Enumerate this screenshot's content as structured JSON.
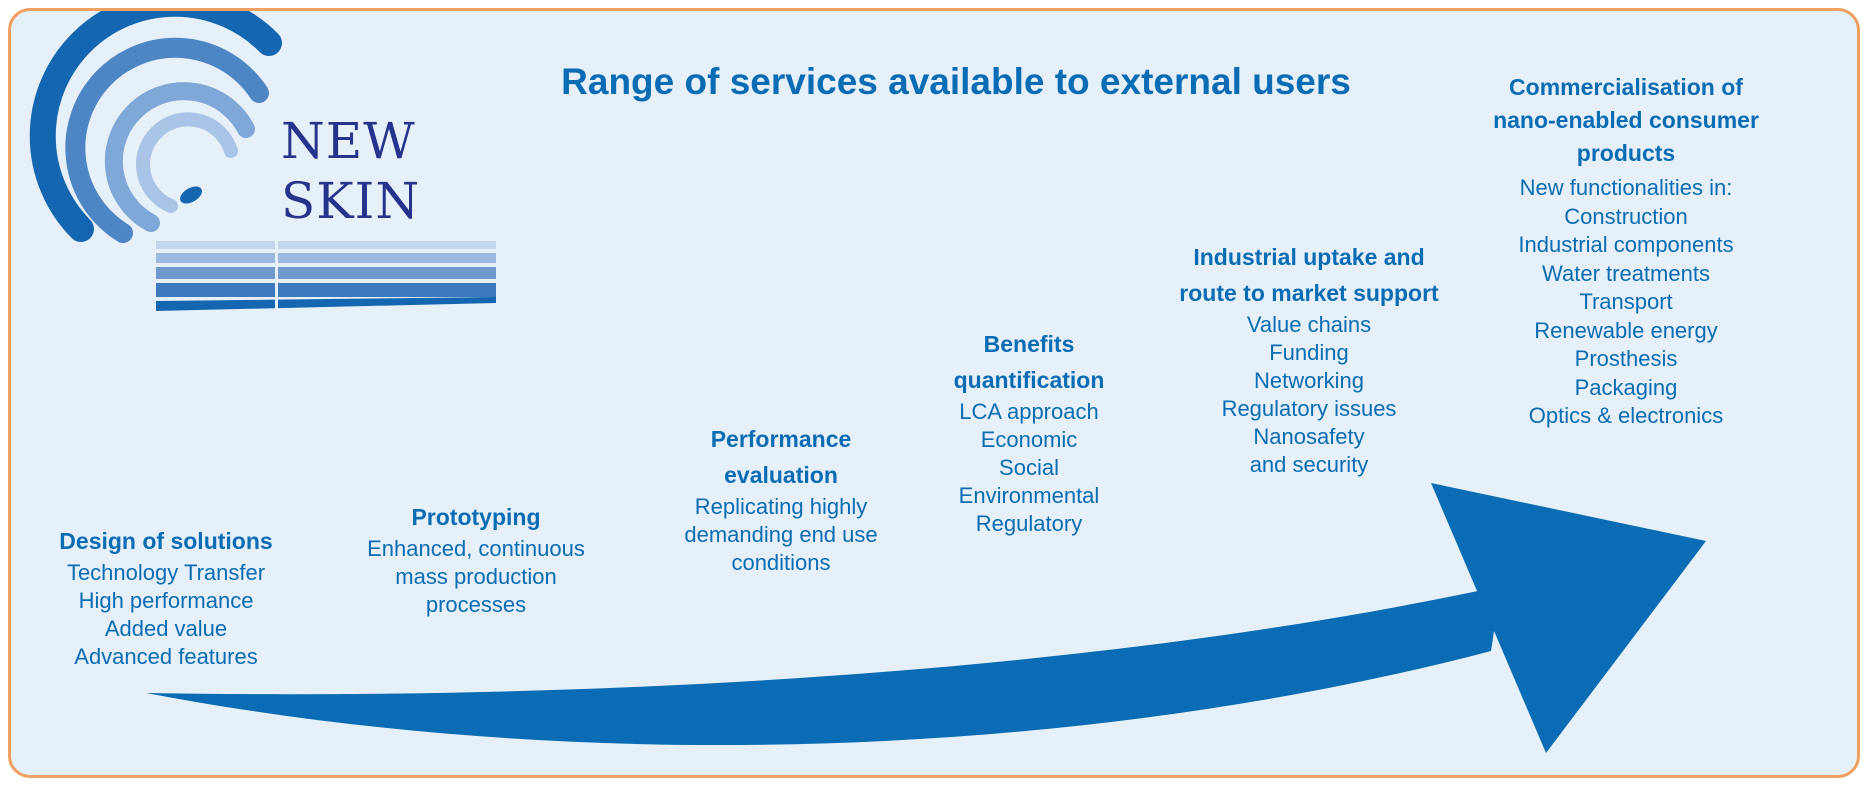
{
  "title": "Range of services available to external users",
  "logo": {
    "line1": "NEW",
    "line2": "SKIN"
  },
  "colors": {
    "accent": "#0a6cb4",
    "logo_navy": "#25338d",
    "border": "#f0a060",
    "background": "#e6f0f8"
  },
  "stages": [
    {
      "heading": [
        "Design of solutions"
      ],
      "items": [
        "Technology Transfer",
        "High performance",
        "Added value",
        "Advanced features"
      ]
    },
    {
      "heading": [
        "Prototyping"
      ],
      "items": [
        "Enhanced, continuous",
        "mass production",
        "processes"
      ]
    },
    {
      "heading": [
        "Performance",
        "evaluation"
      ],
      "items": [
        "Replicating highly",
        "demanding end use",
        "conditions"
      ]
    },
    {
      "heading": [
        "Benefits",
        "quantification"
      ],
      "items": [
        "LCA approach",
        "Economic",
        "Social",
        "Environmental",
        "Regulatory"
      ]
    },
    {
      "heading": [
        "Industrial uptake and",
        "route to market support"
      ],
      "items": [
        "Value chains",
        "Funding",
        "Networking",
        "Regulatory issues",
        "Nanosafety",
        "and security"
      ]
    },
    {
      "heading": [
        "Commercialisation of",
        "nano-enabled consumer",
        "products"
      ],
      "items": [
        "New functionalities in:",
        "Construction",
        "Industrial components",
        "Water treatments",
        "Transport",
        "Renewable energy",
        "Prosthesis",
        "Packaging",
        "Optics & electronics"
      ]
    }
  ]
}
